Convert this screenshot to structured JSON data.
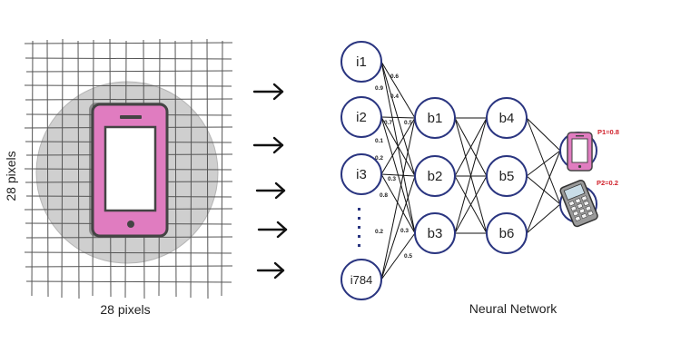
{
  "colors": {
    "node_stroke": "#2a3580",
    "phone_pink": "#e07cc0",
    "phone_outline": "#444444",
    "grid_line": "#555555",
    "circle_fill": "#cfcfcf",
    "prob_text": "#d0202a"
  },
  "image": {
    "ylabel": "28 pixels",
    "xlabel": "28 pixels"
  },
  "network": {
    "caption": "Neural Network",
    "input_nodes": [
      "i1",
      "i2",
      "i3",
      "i784"
    ],
    "hidden1_nodes": [
      "b1",
      "b2",
      "b3"
    ],
    "hidden2_nodes": [
      "b4",
      "b5",
      "b6"
    ],
    "weights": [
      "0.6",
      "0.9",
      "0.4",
      "0.7",
      "0.5",
      "0.1",
      "0.2",
      "0.3",
      "0.8",
      "0.2",
      "0.3",
      "0.5"
    ]
  },
  "outputs": [
    {
      "label": "P1=0.8",
      "icon": "smartphone-icon"
    },
    {
      "label": "P2=0.2",
      "icon": "calculator-phone-icon"
    }
  ],
  "arrow_icon": "right-arrow-icon",
  "ellipsis_icon": "vertical-dots-icon"
}
